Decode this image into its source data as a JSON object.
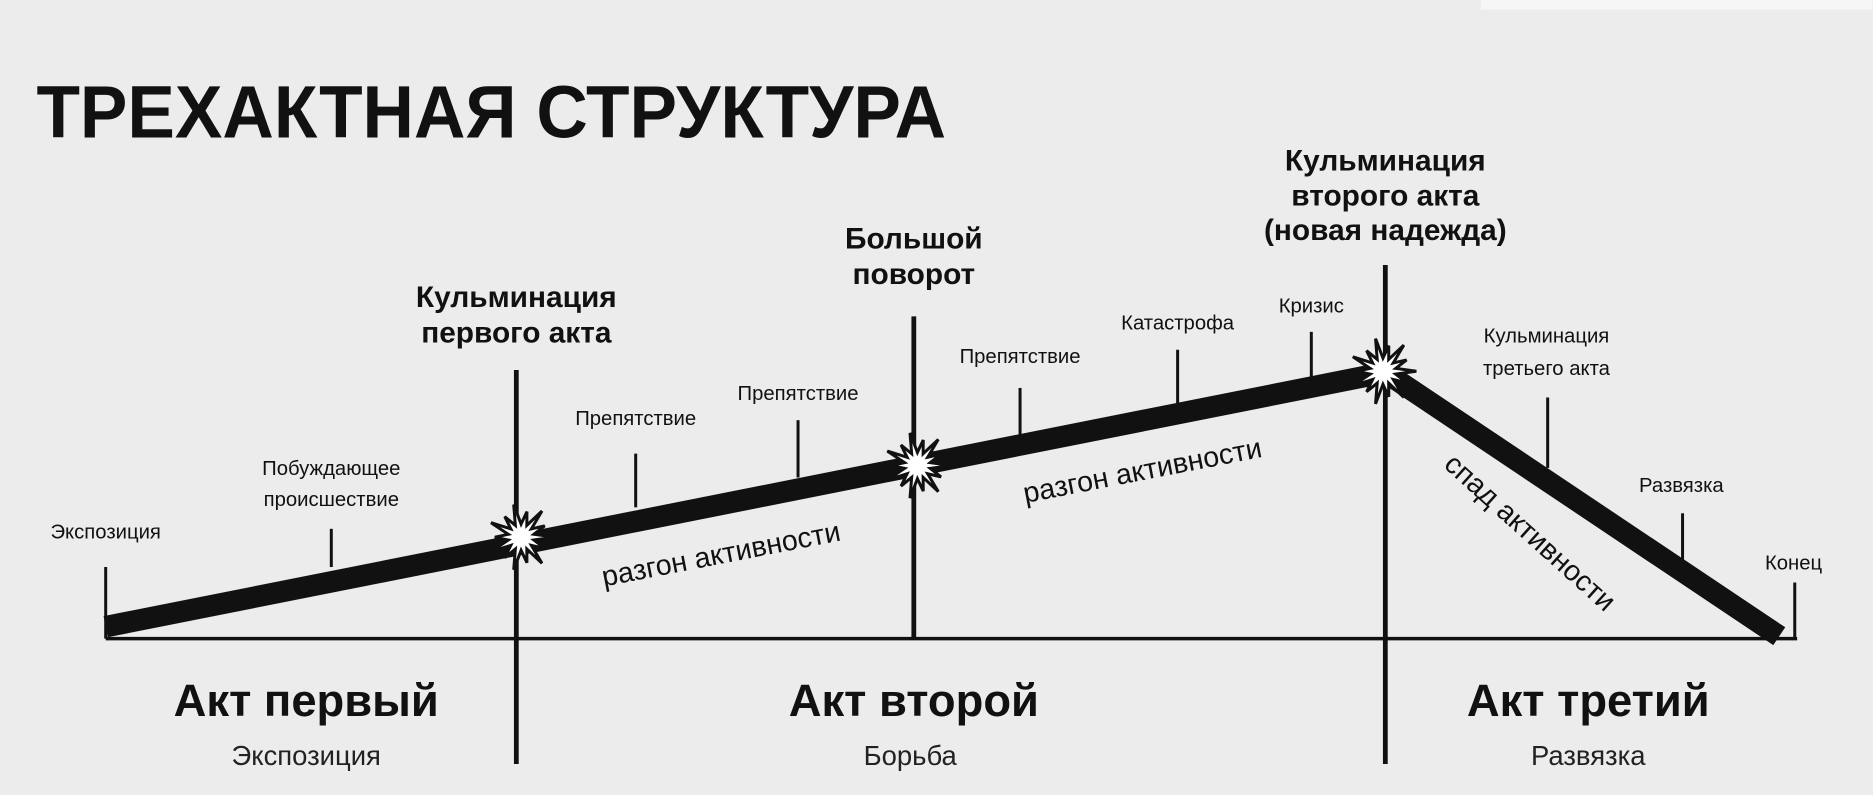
{
  "title": "ТРЕХАКТНАЯ СТРУКТУРА",
  "turning_points": {
    "first": [
      "Кульминация",
      "первого акта"
    ],
    "midpoint": [
      "Большой",
      "поворот"
    ],
    "second": [
      "Кульминация",
      "второго акта",
      "(новая надежда)"
    ]
  },
  "events": {
    "exposition": "Экспозиция",
    "inciting": [
      "Побуждающее",
      "происшествие"
    ],
    "obstacle1": "Препятствие",
    "obstacle2": "Препятствие",
    "obstacle3": "Препятствие",
    "catastrophe": "Катастрофа",
    "crisis": "Кризис",
    "climax3": [
      "Кульминация",
      "третьего акта"
    ],
    "resolution": "Развязка",
    "end": "Конец"
  },
  "curve_labels": {
    "rise1": "разгон активности",
    "rise2": "разгон активности",
    "fall": "спад активности"
  },
  "acts": [
    {
      "name": "Акт первый",
      "sub": "Экспозиция"
    },
    {
      "name": "Акт второй",
      "sub": "Борьба"
    },
    {
      "name": "Акт третий",
      "sub": "Развязка"
    }
  ]
}
